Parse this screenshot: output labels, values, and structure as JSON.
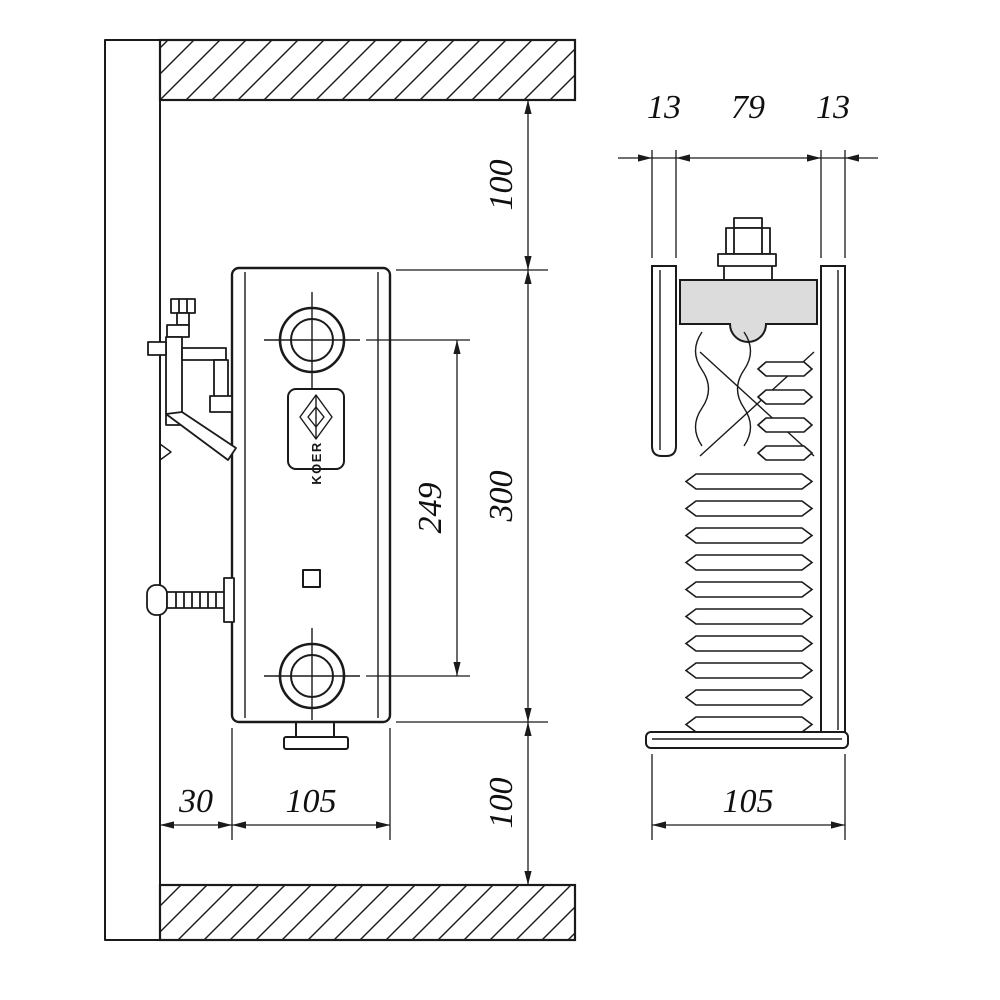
{
  "brand": "KOER",
  "colors": {
    "line": "#1a1a1a",
    "light_fill": "#dcdcdc"
  },
  "side_view": {
    "top_clearance": "100",
    "radiator_height": "300",
    "pipe_spacing": "249",
    "bottom_clearance": "100",
    "wall_gap": "30",
    "depth": "105"
  },
  "section_view": {
    "left_width": "13",
    "center_width": "79",
    "right_width": "13",
    "total_width": "105"
  }
}
